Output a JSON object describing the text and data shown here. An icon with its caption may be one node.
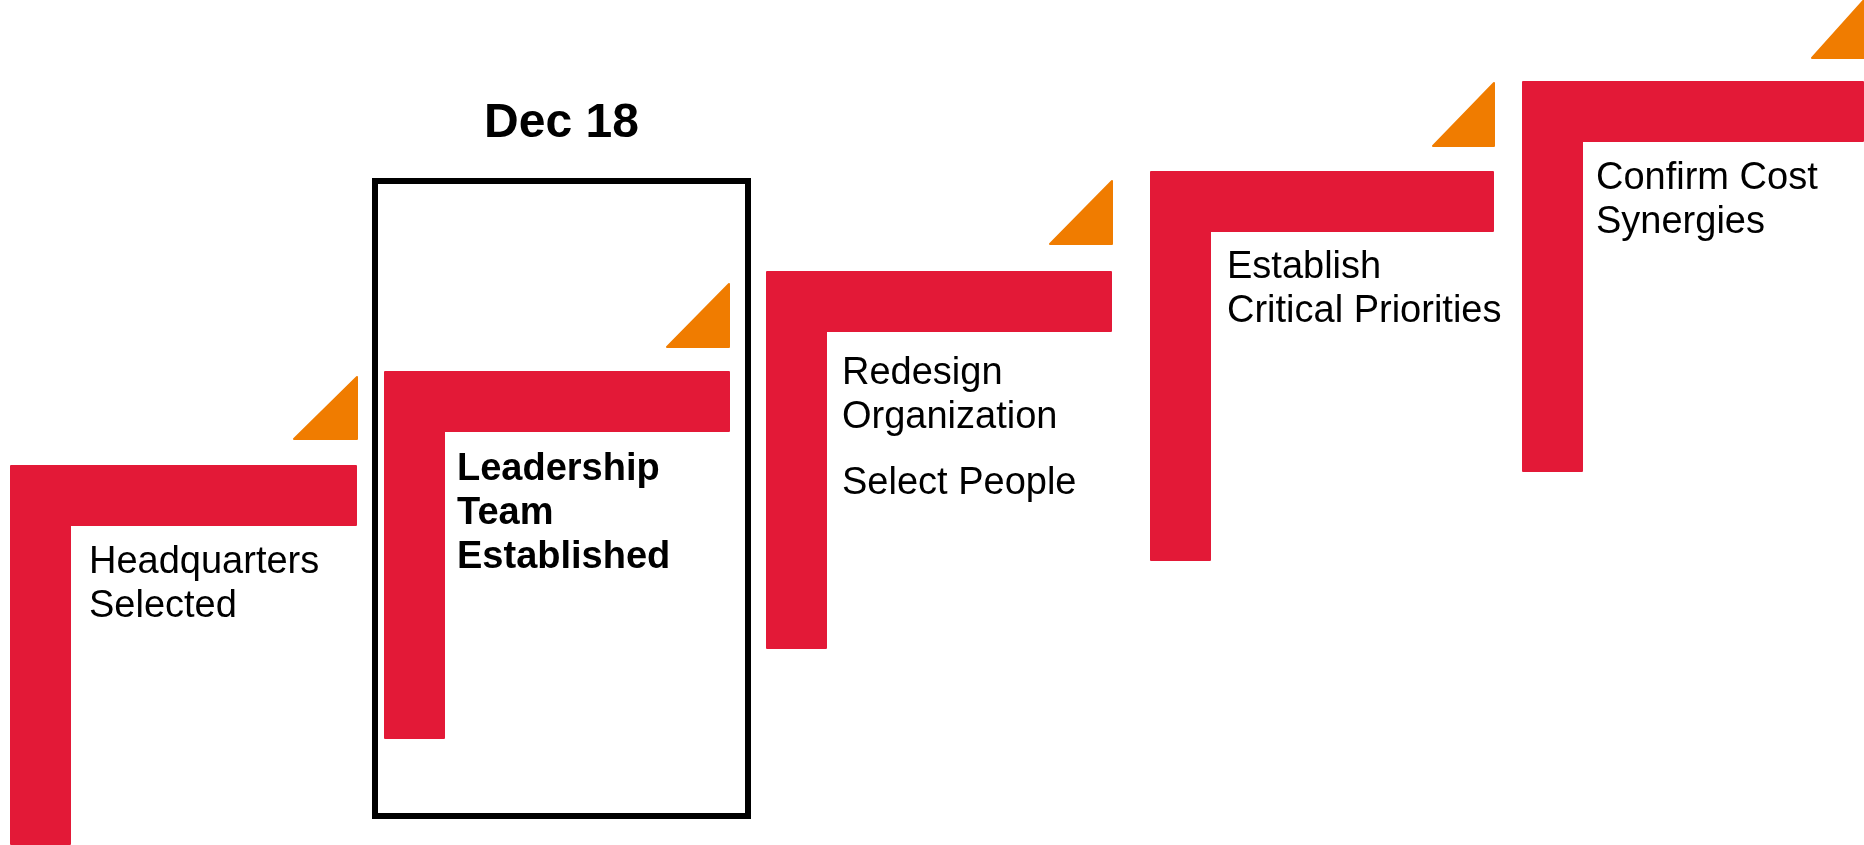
{
  "diagram": {
    "nodes": [
      {
        "text": [
          "Headquarters Selected"
        ]
      },
      {
        "text": [
          "Dec 18"
        ]
      },
      {
        "text": [
          "Leadership Team Established"
        ],
        "in": 1
      },
      {
        "text": [
          "Redesign Organization",
          "Select People"
        ]
      },
      {
        "text": [
          "Establish Critical Priorities"
        ]
      },
      {
        "text": [
          "Confirm Cost Synergies"
        ]
      }
    ]
  }
}
